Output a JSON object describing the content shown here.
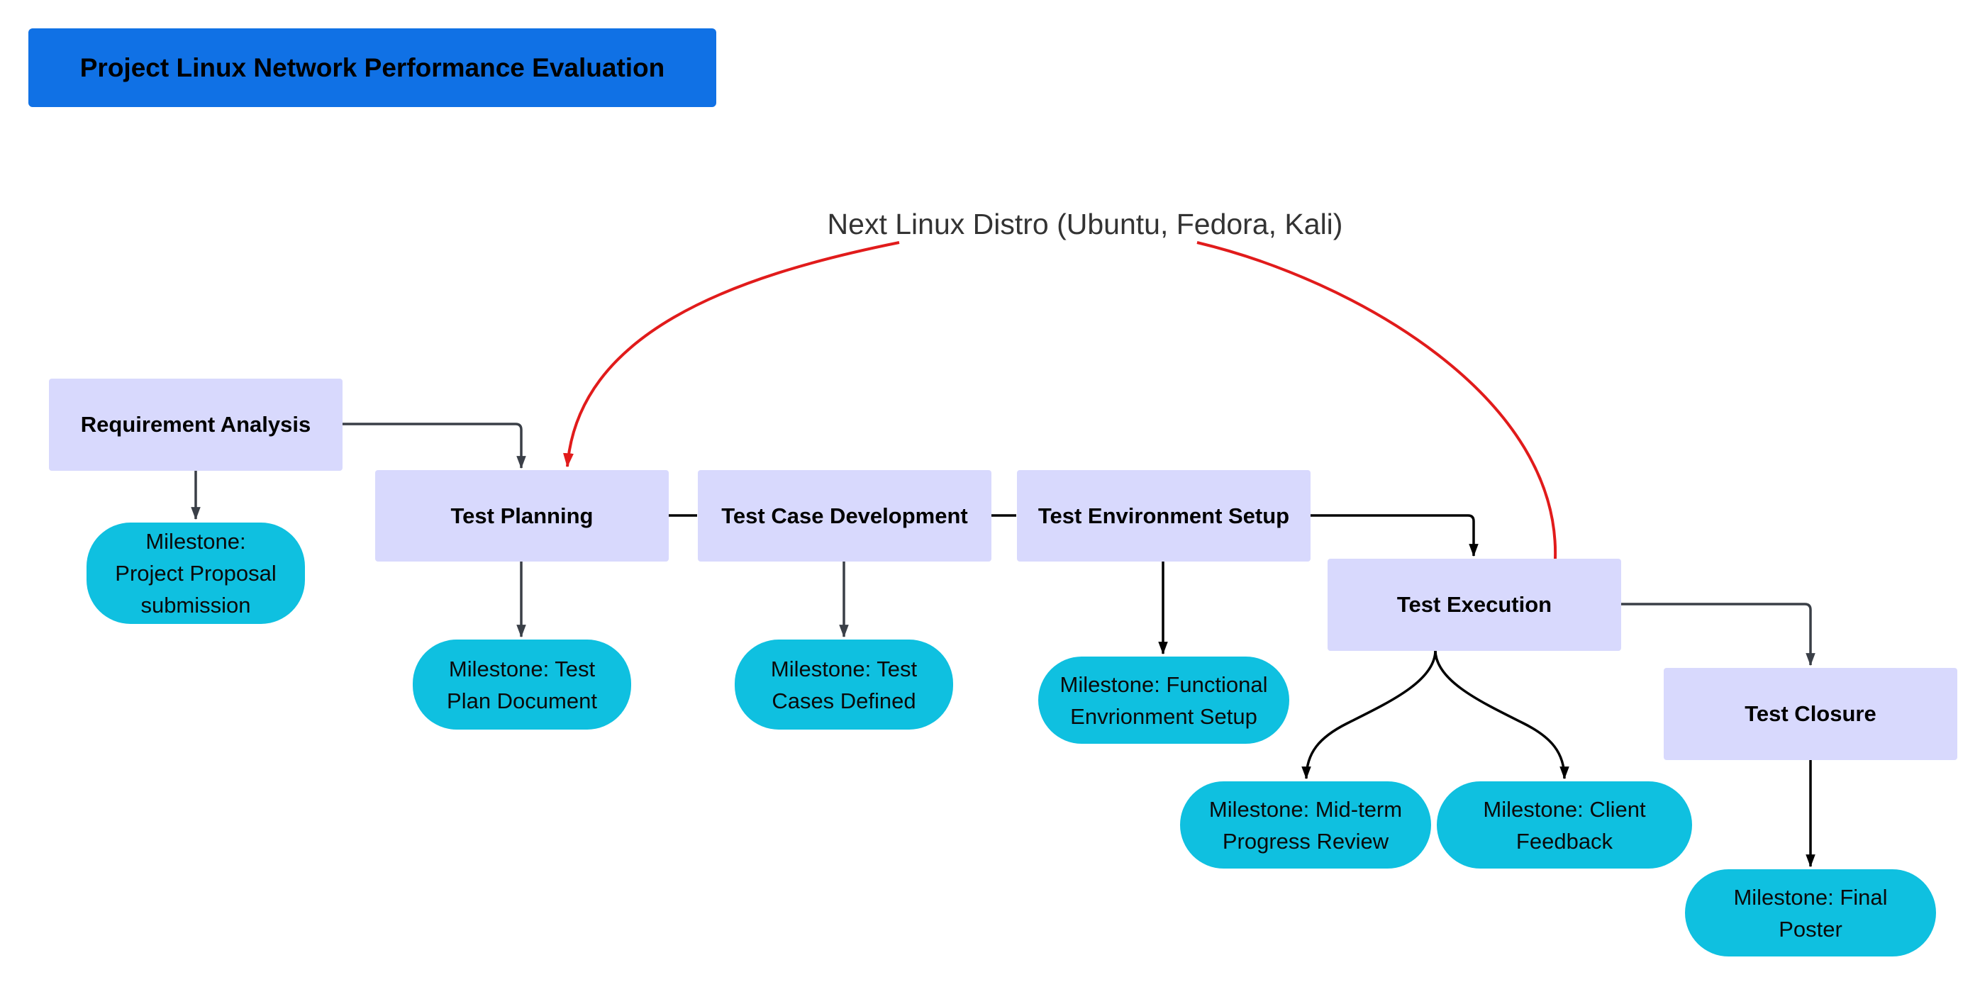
{
  "title": "Project Linux Network Performance Evaluation",
  "loop_label": "Next Linux Distro (Ubuntu, Fedora, Kali)",
  "colors": {
    "title_background": "#1071e5",
    "process_box": "#d8d9fd",
    "milestone_pill": "#0fc0e0",
    "loop_arrow": "#e11b1b",
    "connector": "#3a3f47"
  },
  "phases": {
    "requirement_analysis": "Requirement Analysis",
    "test_planning": "Test Planning",
    "test_case_development": "Test Case Development",
    "test_environment_setup": "Test Environment Setup",
    "test_execution": "Test Execution",
    "test_closure": "Test Closure"
  },
  "milestones": {
    "project_proposal": "Milestone:\nProject Proposal\nsubmission",
    "test_plan_document": "Milestone: Test\nPlan Document",
    "test_cases_defined": "Milestone: Test\nCases Defined",
    "functional_environment": "Milestone: Functional\nEnvrionment Setup",
    "mid_term_review": "Milestone: Mid-term\nProgress Review",
    "client_feedback": "Milestone:  Client\nFeedback",
    "final_poster": "Milestone: Final\nPoster"
  }
}
